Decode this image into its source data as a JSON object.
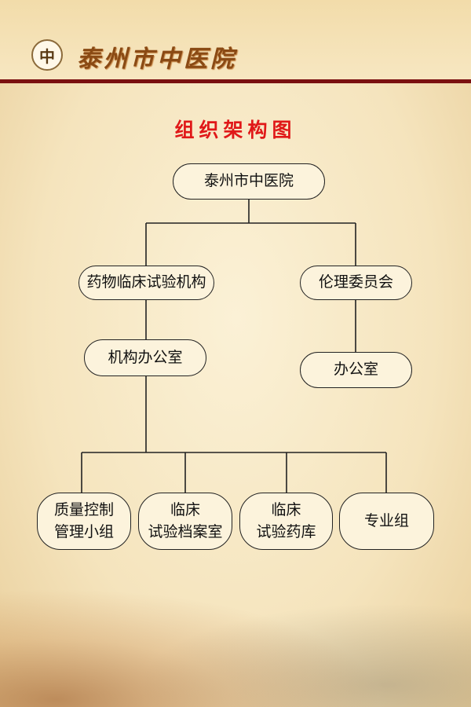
{
  "header": {
    "logo_text": "泰州市中医院",
    "seal_glyph": "中"
  },
  "title": "组织架构图",
  "nodes": {
    "root": "泰州市中医院",
    "institution": "药物临床试验机构",
    "ethics": "伦理委员会",
    "institution_office": "机构办公室",
    "ethics_office": "办公室",
    "qc_line1": "质量控制",
    "qc_line2": "管理小组",
    "archive_line1": "临床",
    "archive_line2": "试验档案室",
    "pharmacy_line1": "临床",
    "pharmacy_line2": "试验药库",
    "specialty": "专业组"
  }
}
